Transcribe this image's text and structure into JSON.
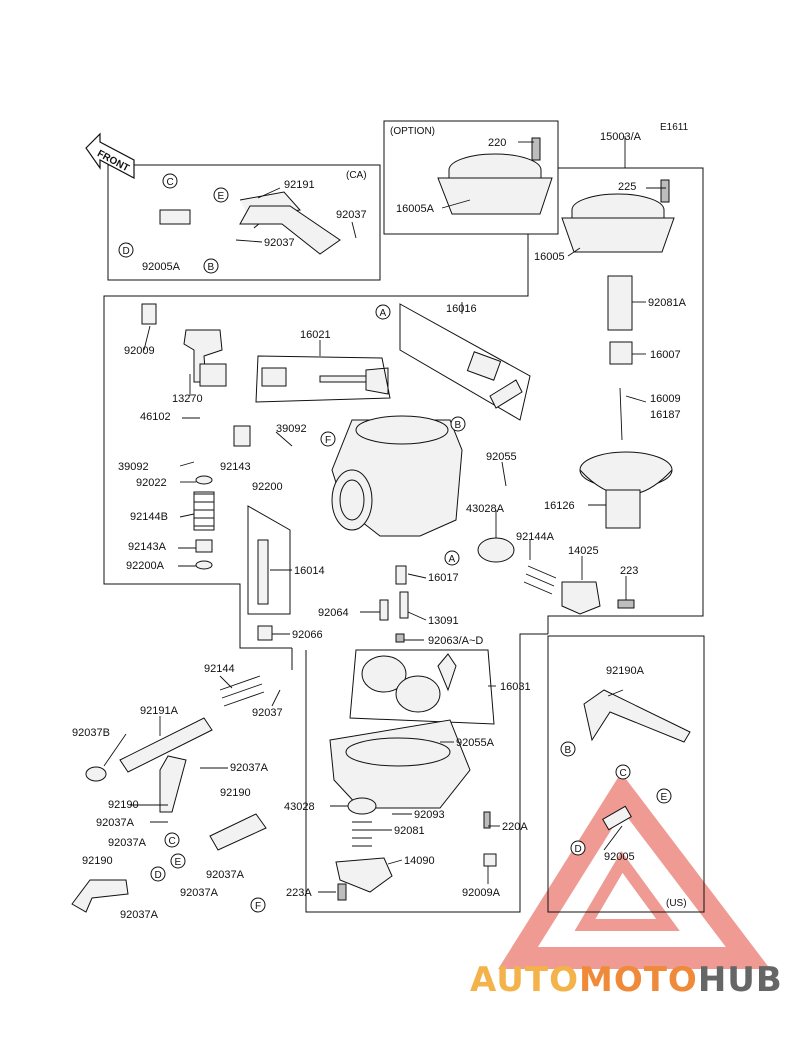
{
  "diagram_code": "E1611",
  "front_label": "FRONT",
  "option_label": "(OPTION)",
  "ca_label": "(CA)",
  "us_label": "(US)",
  "logo": {
    "auto": "AUTO",
    "moto": "MOTO",
    "hub": "HUB",
    "colors": {
      "auto": "#f3b24a",
      "moto": "#ef8a3a",
      "hub": "#666666",
      "triangle": "#e24a3b"
    }
  },
  "callouts": [
    "A",
    "B",
    "C",
    "D",
    "E",
    "F"
  ],
  "parts": {
    "p220": "220",
    "p15003A": "15003/A",
    "p92191": "92191",
    "p92037_a": "92037",
    "p92037_b": "92037",
    "p92005A": "92005A",
    "p225": "225",
    "p16005A": "16005A",
    "p16005": "16005",
    "p92081A": "92081A",
    "p16007": "16007",
    "p16009": "16009",
    "p16187": "16187",
    "p16016": "16016",
    "p16021": "16021",
    "p92009": "92009",
    "p13270": "13270",
    "p46102": "46102",
    "p39092_a": "39092",
    "p39092_b": "39092",
    "p92143": "92143",
    "p92022": "92022",
    "p92200": "92200",
    "p92055": "92055",
    "p43028A": "43028A",
    "p16126": "16126",
    "p92144B": "92144B",
    "p92143A": "92143A",
    "p92200A": "92200A",
    "p16014": "16014",
    "p92144A": "92144A",
    "p14025": "14025",
    "p223": "223",
    "p16017": "16017",
    "p92064": "92064",
    "p13091": "13091",
    "p92066": "92066",
    "p92063AD": "92063/A~D",
    "p92144": "92144",
    "p16031": "16031",
    "p92190A": "92190A",
    "p92037_c": "92037",
    "p92191A": "92191A",
    "p92037B": "92037B",
    "p92055A": "92055A",
    "p92037A_a": "92037A",
    "p92190_a": "92190",
    "p92190_b": "92190",
    "p92037A_b": "92037A",
    "p43028": "43028",
    "p92093": "92093",
    "p220A": "220A",
    "p92081": "92081",
    "p92037A_c": "92037A",
    "p92190_c": "92190",
    "p14090": "14090",
    "p92005": "92005",
    "p92037A_d": "92037A",
    "p92037A_e": "92037A",
    "p223A": "223A",
    "p92009A": "92009A",
    "p92037A_f": "92037A"
  }
}
